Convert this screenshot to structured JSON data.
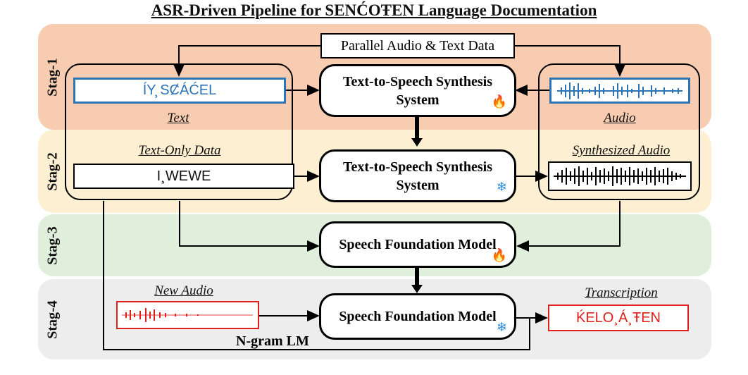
{
  "title": "ASR-Driven Pipeline for SENĆOŦEN Language Documentation",
  "stages": [
    "Stag-1",
    "Stag-2",
    "Stag-3",
    "Stag-4"
  ],
  "colors": {
    "stage1": "#f8ccb0",
    "stage2": "#fdf0d2",
    "stage3": "#e0eedc",
    "stage4": "#ededed",
    "text_box_border": "#2e75b6",
    "text_box_text": "#2e75b6",
    "new_audio_border": "#e0201a",
    "transcription_text": "#e0201a"
  },
  "parallel_data": "Parallel Audio & Text Data",
  "stage1_text_sample": "ÍY̧ SȻÁĆEL",
  "stage1_text_label": "Text",
  "stage1_audio_label": "Audio",
  "tts1": {
    "line1": "Text-to-Speech Synthesis",
    "line2": "System",
    "icon": "fire-icon"
  },
  "tts2": {
    "line1": "Text-to-Speech Synthesis",
    "line2": "System",
    "icon": "snowflake-icon"
  },
  "text_only_label": "Text-Only Data",
  "text_only_sample": "I¸WEWE",
  "synth_audio_label": "Synthesized Audio",
  "sfm_train": {
    "label": "Speech Foundation Model",
    "icon": "fire-icon"
  },
  "sfm_infer": {
    "label": "Speech Foundation Model",
    "icon": "snowflake-icon"
  },
  "new_audio_label": "New Audio",
  "transcription_label": "Transcription",
  "transcription_text": "ḰELO¸Á¸ŦEN",
  "ngram_label": "N-gram LM"
}
